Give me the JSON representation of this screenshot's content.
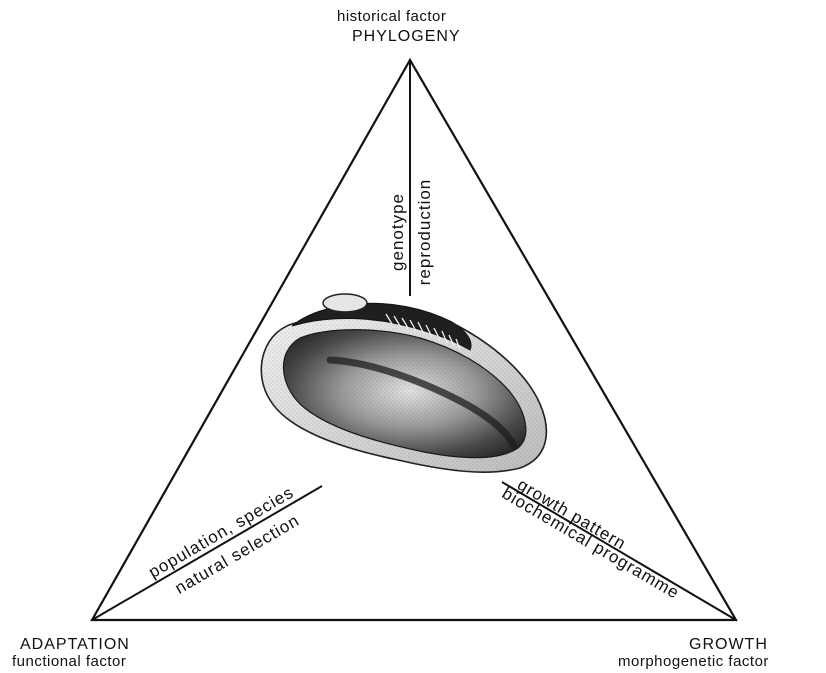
{
  "vertices": {
    "top": {
      "name": "PHYLOGENY",
      "factor": "historical factor"
    },
    "left": {
      "name": "ADAPTATION",
      "factor": "functional factor"
    },
    "right": {
      "name": "GROWTH",
      "factor": "morphogenetic factor"
    }
  },
  "axes": {
    "vertical": {
      "upper": "genotype",
      "lower": "reproduction"
    },
    "left": {
      "upper": "population, species",
      "lower": "natural selection"
    },
    "right": {
      "upper": "growth pattern",
      "lower": "biochemical programme"
    }
  },
  "colors": {
    "ink": "#111111",
    "paper": "#ffffff",
    "shell_dark": "#2a2a2a",
    "shell_light": "#bdbdbd"
  }
}
